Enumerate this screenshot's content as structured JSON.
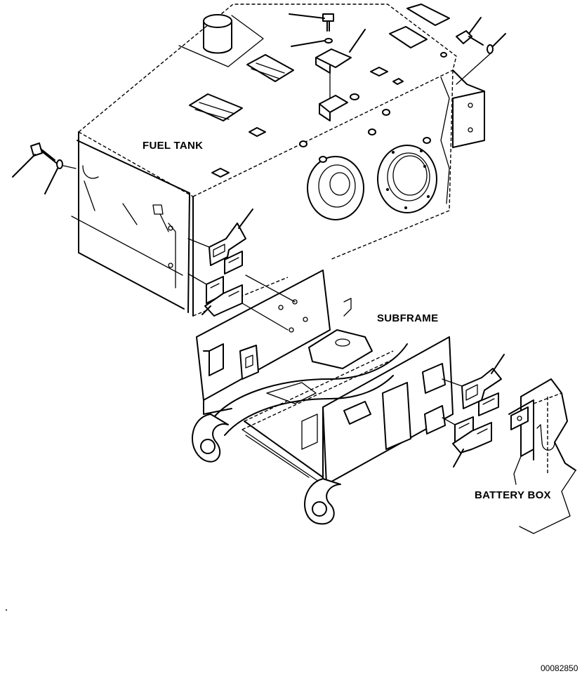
{
  "labels": {
    "fuel_tank": "FUEL TANK",
    "subframe": "SUBFRAME",
    "battery_box": "BATTERY BOX"
  },
  "drawing_code": "00082850"
}
